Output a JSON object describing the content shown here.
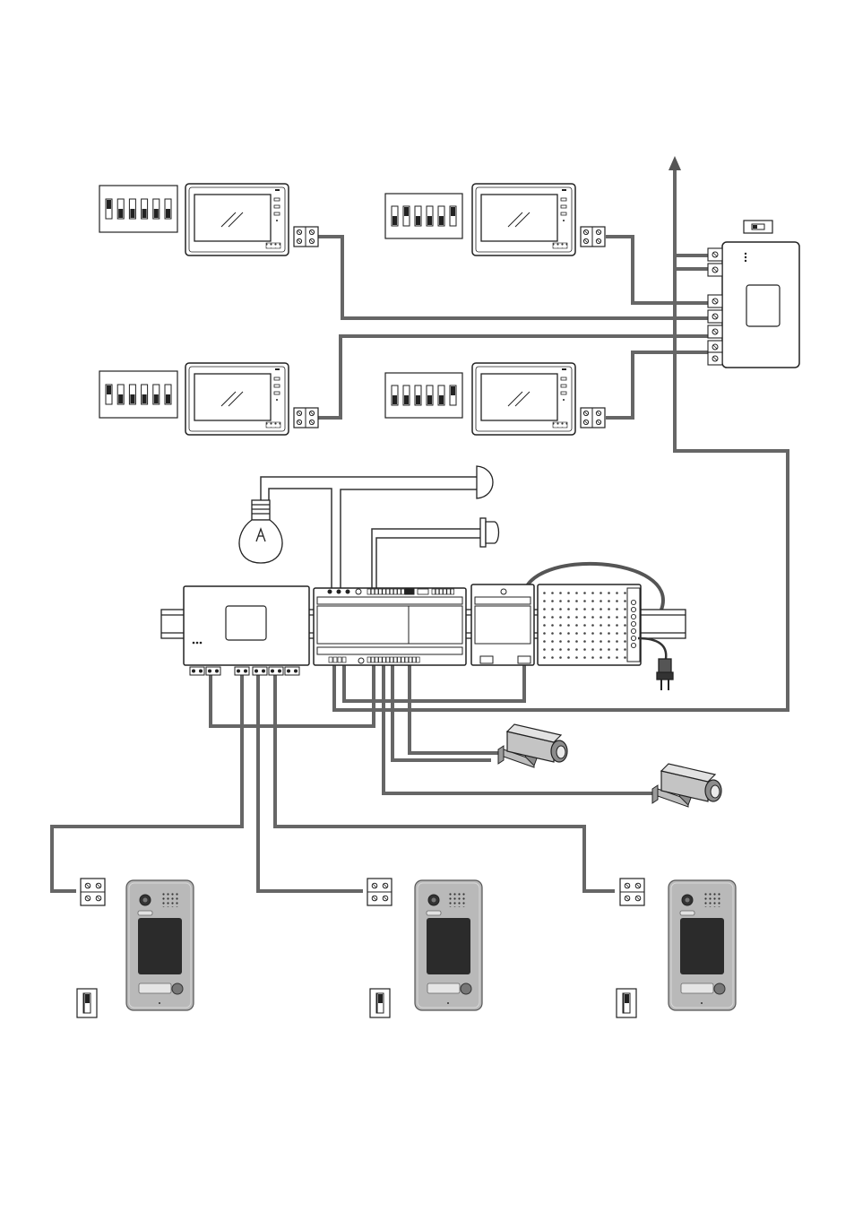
{
  "diagram": {
    "type": "wiring-diagram",
    "colors": {
      "wire": "#666666",
      "line": "#222222",
      "panel_fill": "#b9b9b9",
      "panel_dark": "#2b2b2b",
      "background": "#ffffff"
    },
    "monitors": [
      {
        "name": "monitor-1",
        "dip": [
          1,
          0,
          0,
          0,
          0,
          0
        ]
      },
      {
        "name": "monitor-2",
        "dip": [
          0,
          1,
          0,
          0,
          0,
          1
        ]
      },
      {
        "name": "monitor-3",
        "dip": [
          1,
          0,
          0,
          0,
          0,
          0
        ]
      },
      {
        "name": "monitor-4",
        "dip": [
          0,
          0,
          0,
          0,
          0,
          1
        ]
      }
    ],
    "door_stations": [
      {
        "name": "door-station-1",
        "dip": [
          1,
          1
        ]
      },
      {
        "name": "door-station-2",
        "dip": [
          0,
          1
        ]
      },
      {
        "name": "door-station-3",
        "dip": [
          0,
          1
        ]
      }
    ],
    "cameras": 2,
    "distributor_switch": "off",
    "components": [
      "light-bulb-icon",
      "bell-icon",
      "exit-button-icon",
      "din-rail-distributor",
      "din-rail-controller",
      "din-rail-relay",
      "power-supply",
      "power-plug-icon",
      "cctv-camera-icon",
      "video-distributor",
      "up-arrow-icon"
    ]
  }
}
